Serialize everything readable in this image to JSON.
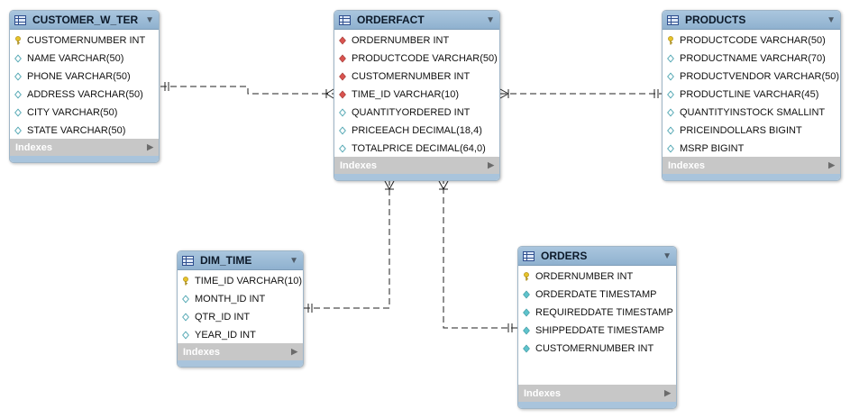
{
  "diagram": {
    "tables": [
      {
        "id": "customer",
        "title": "CUSTOMER_W_TER",
        "indexes_label": "Indexes",
        "columns": [
          {
            "text": "CUSTOMERNUMBER INT",
            "icon": "key-icon"
          },
          {
            "text": "NAME VARCHAR(50)",
            "icon": "diamond-empty-icon"
          },
          {
            "text": "PHONE VARCHAR(50)",
            "icon": "diamond-empty-icon"
          },
          {
            "text": "ADDRESS VARCHAR(50)",
            "icon": "diamond-empty-icon"
          },
          {
            "text": "CITY VARCHAR(50)",
            "icon": "diamond-empty-icon"
          },
          {
            "text": "STATE VARCHAR(50)",
            "icon": "diamond-empty-icon"
          }
        ]
      },
      {
        "id": "orderfact",
        "title": "ORDERFACT",
        "indexes_label": "Indexes",
        "columns": [
          {
            "text": "ORDERNUMBER INT",
            "icon": "diamond-red-icon"
          },
          {
            "text": "PRODUCTCODE VARCHAR(50)",
            "icon": "diamond-red-icon"
          },
          {
            "text": "CUSTOMERNUMBER INT",
            "icon": "diamond-red-icon"
          },
          {
            "text": "TIME_ID VARCHAR(10)",
            "icon": "diamond-red-icon"
          },
          {
            "text": "QUANTITYORDERED INT",
            "icon": "diamond-empty-icon"
          },
          {
            "text": "PRICEEACH DECIMAL(18,4)",
            "icon": "diamond-empty-icon"
          },
          {
            "text": "TOTALPRICE DECIMAL(64,0)",
            "icon": "diamond-empty-icon"
          }
        ]
      },
      {
        "id": "products",
        "title": "PRODUCTS",
        "indexes_label": "Indexes",
        "columns": [
          {
            "text": "PRODUCTCODE VARCHAR(50)",
            "icon": "key-icon"
          },
          {
            "text": "PRODUCTNAME VARCHAR(70)",
            "icon": "diamond-empty-icon"
          },
          {
            "text": "PRODUCTVENDOR VARCHAR(50)",
            "icon": "diamond-empty-icon"
          },
          {
            "text": "PRODUCTLINE VARCHAR(45)",
            "icon": "diamond-empty-icon"
          },
          {
            "text": "QUANTITYINSTOCK SMALLINT",
            "icon": "diamond-empty-icon"
          },
          {
            "text": "PRICEINDOLLARS BIGINT",
            "icon": "diamond-empty-icon"
          },
          {
            "text": "MSRP BIGINT",
            "icon": "diamond-empty-icon"
          }
        ]
      },
      {
        "id": "dim_time",
        "title": "DIM_TIME",
        "indexes_label": "Indexes",
        "columns": [
          {
            "text": "TIME_ID VARCHAR(10)",
            "icon": "key-icon"
          },
          {
            "text": "MONTH_ID INT",
            "icon": "diamond-empty-icon"
          },
          {
            "text": "QTR_ID INT",
            "icon": "diamond-empty-icon"
          },
          {
            "text": "YEAR_ID INT",
            "icon": "diamond-empty-icon"
          }
        ]
      },
      {
        "id": "orders",
        "title": "ORDERS",
        "indexes_label": "Indexes",
        "columns": [
          {
            "text": "ORDERNUMBER INT",
            "icon": "key-icon"
          },
          {
            "text": "ORDERDATE TIMESTAMP",
            "icon": "diamond-cyan-icon"
          },
          {
            "text": "REQUIREDDATE TIMESTAMP",
            "icon": "diamond-cyan-icon"
          },
          {
            "text": "SHIPPEDDATE TIMESTAMP",
            "icon": "diamond-cyan-icon"
          },
          {
            "text": "CUSTOMERNUMBER INT",
            "icon": "diamond-cyan-icon"
          }
        ]
      }
    ],
    "relationships": [
      {
        "from": "customer",
        "to": "orderfact",
        "from_end": "one",
        "to_end": "many"
      },
      {
        "from": "products",
        "to": "orderfact",
        "from_end": "one",
        "to_end": "many"
      },
      {
        "from": "dim_time",
        "to": "orderfact",
        "from_end": "one",
        "to_end": "many"
      },
      {
        "from": "orders",
        "to": "orderfact",
        "from_end": "one",
        "to_end": "many"
      }
    ],
    "colors": {
      "header": "#9dbbd6",
      "indexes_bar": "#c7c7c7",
      "footer": "#a9c4dc",
      "key": "#e6c22a",
      "fk": "#d9534f",
      "index": "#5fc3cc",
      "line": "#222222"
    }
  }
}
